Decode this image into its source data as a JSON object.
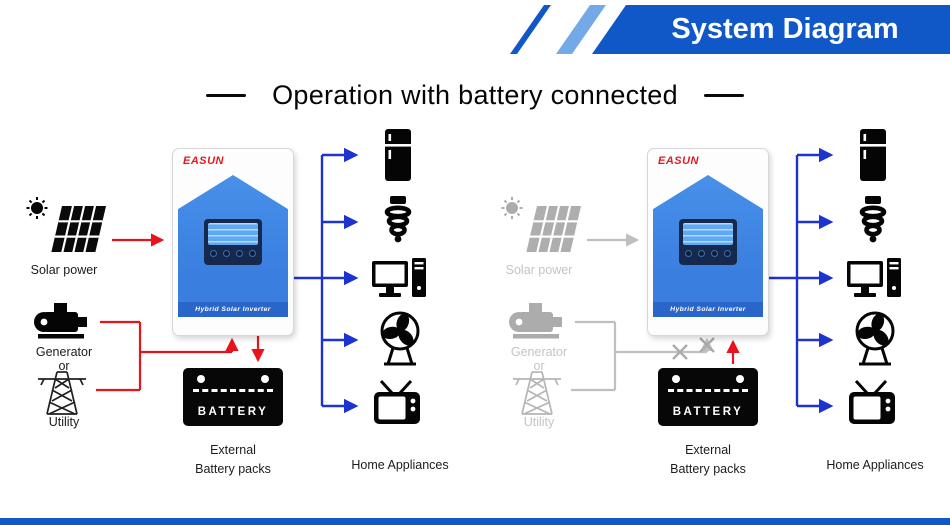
{
  "banner": {
    "title": "System Diagram"
  },
  "heading": "Operation with battery connected",
  "colors": {
    "banner_blue": "#1058c8",
    "accent_blue": "#74a9e8",
    "arrow_blue": "#1c33cf",
    "wire_red": "#e8131b",
    "inactive_gray": "#bfbfbf",
    "inverter_blue": "#4890ea",
    "band_blue": "#2a65ca"
  },
  "panels": [
    {
      "mode": "sources-active",
      "sources": {
        "solar_label": "Solar power",
        "generator_label": "Generator",
        "or_label": "or",
        "utility_label": "Utility"
      },
      "inverter": {
        "brand": "EASUN",
        "band_label": "Hybrid Solar Inverter"
      },
      "battery": {
        "label": "BATTERY",
        "caption_line1": "External",
        "caption_line2": "Battery packs"
      },
      "appliances_label": "Home Appliances"
    },
    {
      "mode": "sources-disconnected",
      "sources": {
        "solar_label": "Solar power",
        "generator_label": "Generator",
        "or_label": "or",
        "utility_label": "Utility"
      },
      "inverter": {
        "brand": "EASUN",
        "band_label": "Hybrid Solar Inverter"
      },
      "battery": {
        "label": "BATTERY",
        "caption_line1": "External",
        "caption_line2": "Battery packs"
      },
      "appliances_label": "Home Appliances"
    }
  ]
}
